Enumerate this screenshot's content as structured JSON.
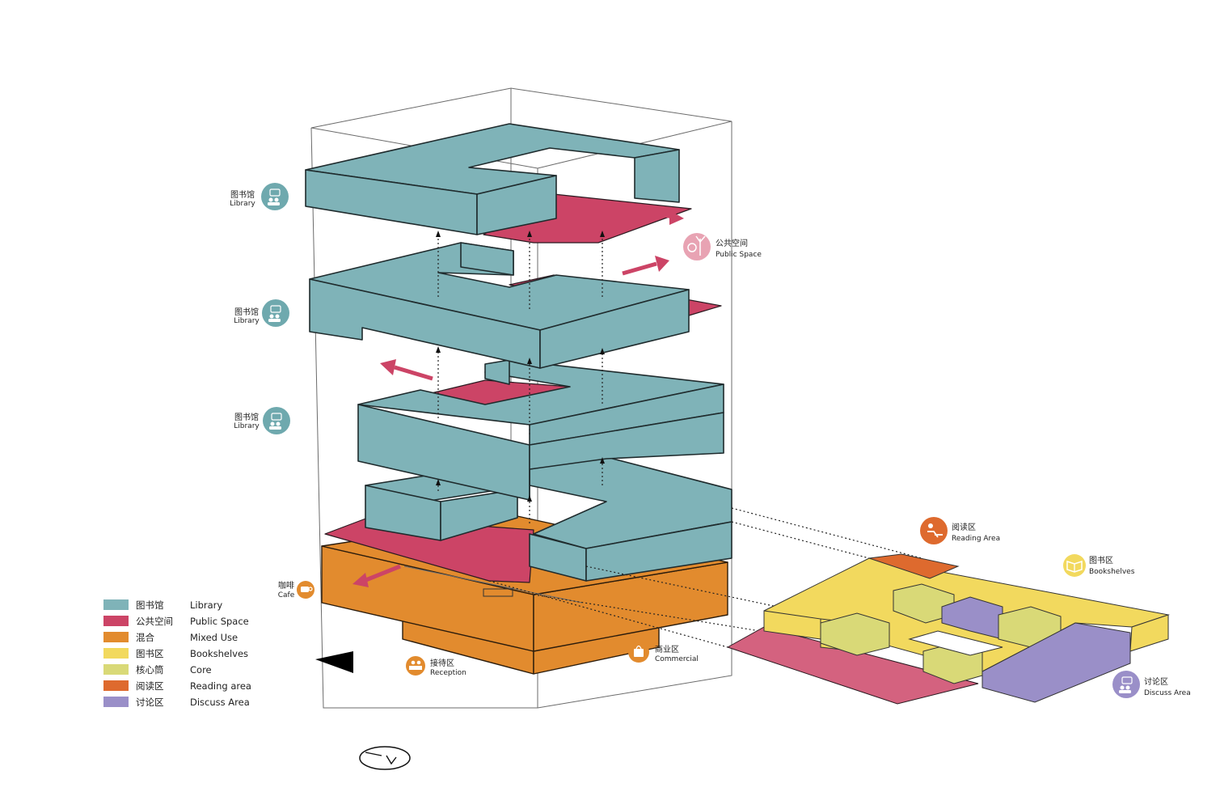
{
  "labels": {
    "library_top": {
      "cn": "图书馆",
      "en": "Library"
    },
    "library_mid": {
      "cn": "图书馆",
      "en": "Library"
    },
    "library_low": {
      "cn": "图书馆",
      "en": "Library"
    },
    "public_space": {
      "cn": "公共空间",
      "en": "Public Space"
    },
    "cafe": {
      "cn": "咖啡",
      "en": "Cafe"
    },
    "reception": {
      "cn": "接待区",
      "en": "Reception"
    },
    "commercial": {
      "cn": "商业区",
      "en": "Commercial"
    },
    "reading_area": {
      "cn": "阅读区",
      "en": "Reading Area"
    },
    "bookshelves": {
      "cn": "图书区",
      "en": "Bookshelves"
    },
    "discuss_area": {
      "cn": "讨论区",
      "en": "Discuss Area"
    }
  },
  "legend": [
    {
      "cn": "图书馆",
      "en": "Library",
      "color": "#7fb3b8"
    },
    {
      "cn": "公共空间",
      "en": "Public Space",
      "color": "#cc4466"
    },
    {
      "cn": "混合",
      "en": "Mixed Use",
      "color": "#e28b2e"
    },
    {
      "cn": "图书区",
      "en": "Bookshelves",
      "color": "#f2d95e"
    },
    {
      "cn": "核心筒",
      "en": "Core",
      "color": "#d9d977"
    },
    {
      "cn": "阅读区",
      "en": "Reading area",
      "color": "#de6a2e"
    },
    {
      "cn": "讨论区",
      "en": "Discuss Area",
      "color": "#9a8fc8"
    }
  ],
  "colors": {
    "library": "#7fb3b8",
    "public_space": "#cc4466",
    "mixed_use": "#e28b2e",
    "bookshelves": "#f2d95e",
    "core": "#d9d977",
    "reading": "#de6a2e",
    "discuss": "#9a8fc8"
  },
  "icons": {
    "library": "meeting-people-icon",
    "public_space": "playground-icon",
    "cafe": "coffee-cup-icon",
    "reception": "reception-desk-icon",
    "commercial": "shopping-bag-icon",
    "reading": "reader-desk-icon",
    "bookshelves": "open-book-icon",
    "discuss": "discussion-people-icon",
    "north": "north-arrow-icon"
  }
}
